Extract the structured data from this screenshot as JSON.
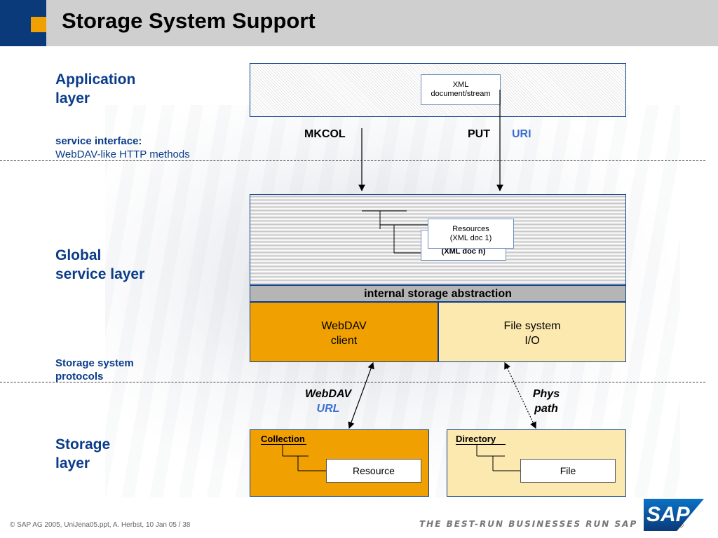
{
  "title": "Storage System Support",
  "left_labels": {
    "application_layer": "Application\nlayer",
    "service_interface_title": "service interface:",
    "service_interface_desc": "WebDAV-like HTTP methods",
    "global_service_layer": "Global\nservice layer",
    "storage_system_protocols": "Storage system\nprotocols",
    "storage_layer": "Storage\nlayer"
  },
  "application_box": {
    "xml_doc": "XML\ndocument/stream"
  },
  "methods": {
    "mkcol": "MKCOL",
    "put": "PUT",
    "uri": "URI"
  },
  "global_box": {
    "resources_front": "Resources\n(XML doc 1)",
    "resources_back": "(XML doc n)",
    "internal_storage": "internal storage abstraction",
    "webdav_client": "WebDAV\nclient",
    "file_system_io": "File system\nI/O"
  },
  "protocols": {
    "webdav": "WebDAV",
    "url": "URL",
    "phys_path": "Phys\npath"
  },
  "storage_boxes": {
    "collection": "Collection",
    "resource": "Resource",
    "directory": "Directory",
    "file": "File"
  },
  "footer": {
    "copyright": "©  SAP AG 2005, UniJena05.ppt,  A. Herbst, 10 Jan 05 / 38",
    "slogan": "THE BEST-RUN BUSINESSES RUN SAP",
    "logo": "SAP",
    "registered": "®"
  },
  "colors": {
    "title_blue": "#0a3a7a",
    "accent_orange": "#f0a000",
    "light_yellow": "#fce9b0",
    "label_blue": "#0b3c8a",
    "uri_blue": "#3a6fd1"
  }
}
